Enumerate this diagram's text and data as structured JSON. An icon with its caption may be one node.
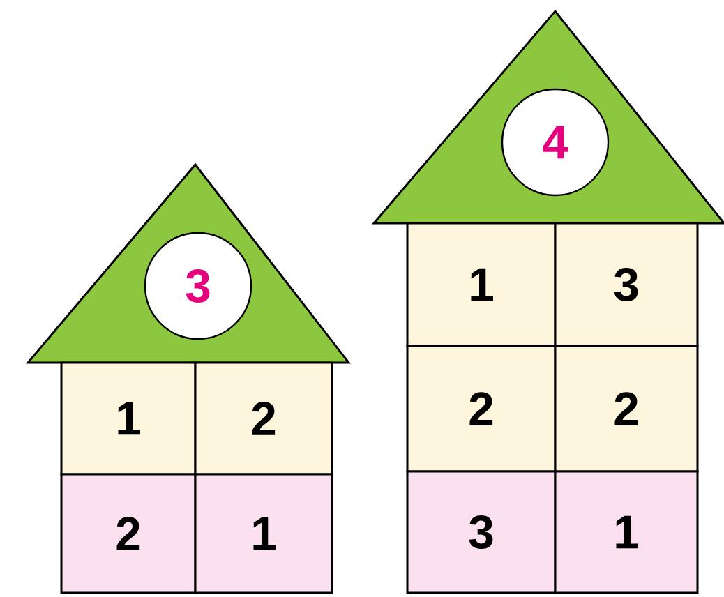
{
  "diagram": {
    "nodes": [
      {
        "text": [],
        "shape": "triangle"
      },
      {
        "text": [
          "3"
        ],
        "in": 0
      },
      {
        "text": [
          "1"
        ]
      },
      {
        "text": [
          "2"
        ]
      },
      {
        "text": [
          "2"
        ]
      },
      {
        "text": [
          "1"
        ]
      },
      {
        "text": [],
        "shape": "triangle"
      },
      {
        "text": [
          "4"
        ],
        "in": 6
      },
      {
        "text": [
          "1"
        ]
      },
      {
        "text": [
          "3"
        ]
      },
      {
        "text": [
          "2"
        ]
      },
      {
        "text": [
          "2"
        ]
      },
      {
        "text": [
          "3"
        ]
      },
      {
        "text": [
          "1"
        ]
      }
    ]
  }
}
